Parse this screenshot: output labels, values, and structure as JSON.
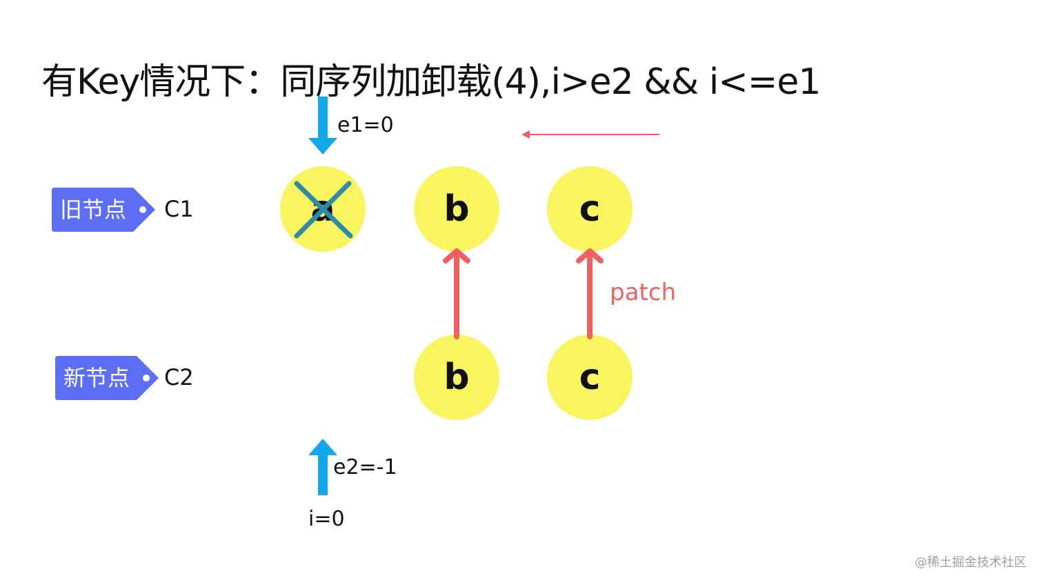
{
  "title": "有Key情况下：同序列加卸载(4),i>e2 && i<=e1",
  "rows": {
    "old": {
      "tag": "旧节点",
      "label": "C1",
      "nodes": [
        "a",
        "b",
        "c"
      ]
    },
    "new": {
      "tag": "新节点",
      "label": "C2",
      "nodes": [
        "b",
        "c"
      ]
    }
  },
  "pointers": {
    "e1": "e1=0",
    "e2": "e2=-1",
    "i": "i=0"
  },
  "patch_label": "patch",
  "watermark": "@稀土掘金技术社区",
  "colors": {
    "tag": "#5b6ef5",
    "node": "#f8f55f",
    "pointer": "#12a8ee",
    "patch": "#f06060",
    "cross": "#2a8ca8"
  },
  "icons": {
    "removed": "cross-icon"
  }
}
